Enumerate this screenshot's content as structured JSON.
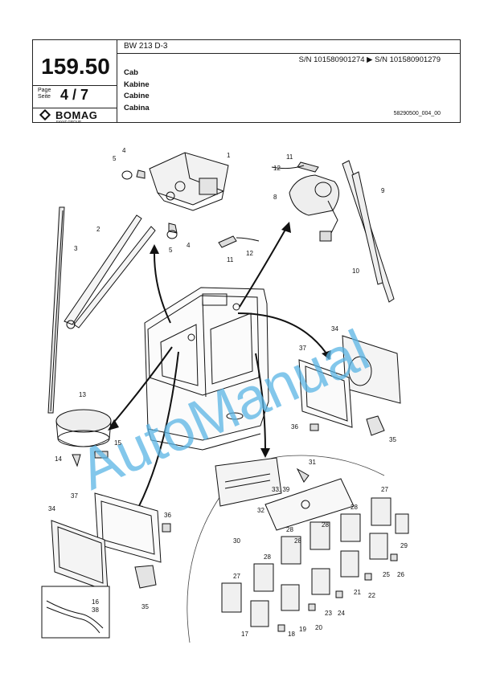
{
  "header": {
    "model": "BW 213 D-3",
    "page_number": "159.50",
    "page_label_line1": "Page",
    "page_label_line2": "Seite",
    "page_fraction": "4 / 7",
    "serial_range": "S/N 101580901274  ▶  S/N 101580901279",
    "titles": [
      "Cab",
      "Kabine",
      "Cabine",
      "Cabina"
    ],
    "drawing_id": "58290500_004_00",
    "logo_name": "BOMAG",
    "logo_sub": "FAYAT GROUP"
  },
  "watermark": "AutoManual",
  "callouts": [
    "1",
    "2",
    "3",
    "4",
    "4",
    "5",
    "5",
    "8",
    "9",
    "10",
    "11",
    "11",
    "12",
    "12",
    "13",
    "14",
    "15",
    "16",
    "38",
    "17",
    "18",
    "19",
    "20",
    "21",
    "22",
    "23",
    "24",
    "25",
    "26",
    "27",
    "27",
    "28",
    "28",
    "28",
    "28",
    "28",
    "29",
    "30",
    "31",
    "32",
    "33, 39",
    "34",
    "34",
    "35",
    "35",
    "36",
    "36",
    "37",
    "37"
  ]
}
